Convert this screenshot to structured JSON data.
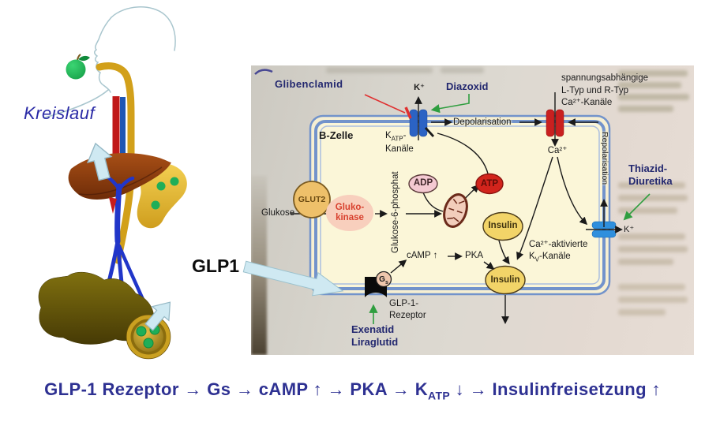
{
  "left_panel": {
    "kreislauf": "Kreislauf",
    "glp1": "GLP1"
  },
  "cell": {
    "b_zelle": "B-Zelle",
    "glukose": "Glukose",
    "glut2": "GLUT2",
    "glukokinase": [
      "Gluko-",
      "kinase"
    ],
    "g6p": "Glukose-6-phosphat",
    "adp": "ADP",
    "atp": "ATP",
    "insulin": "Insulin",
    "camp": "cAMP ↑",
    "pka": "PKA",
    "gs": {
      "base": "G",
      "sub": "s"
    },
    "katp": {
      "base": "K",
      "sub": "ATP",
      "rest": "-",
      "line2": "Kanäle"
    },
    "k_plus": "K⁺",
    "depolarisation": "Depolarisation",
    "repolarisation": "Repolarisation",
    "ca2": "Ca²⁺",
    "vgcc": [
      "spannungsabhängige",
      "L-Typ und R-Typ",
      "Ca²⁺-Kanäle"
    ],
    "kv": {
      "pre": "Ca²⁺-aktivierte",
      "base": "K",
      "sub": "V",
      "rest": "-Kanäle"
    },
    "glp1_rezeptor": [
      "GLP-1-",
      "Rezeptor"
    ]
  },
  "drugs": {
    "glibenclamid": "Glibenclamid",
    "diazoxid": "Diazoxid",
    "thiazid": [
      "Thiazid-",
      "Diuretika"
    ],
    "glp1_agonists": [
      "Exenatid",
      "Liraglutid"
    ]
  },
  "formula": {
    "parts": [
      {
        "t": "GLP-1 Rezeptor → Gs → cAMP ↑ → PKA → K"
      },
      {
        "t": "ATP",
        "sub": true
      },
      {
        "t": " ↓ → Insulinfreisetzung ↑"
      }
    ]
  },
  "colors": {
    "drug_label": "#23286f",
    "formula": "#2e3192",
    "green_arrow": "#2f9e3f",
    "inhibit_red": "#d93025",
    "membrane_blue": "#7293cb",
    "cell_fill": "#fbf6d8",
    "katp_channel_blue": "#2b63c4",
    "ca_channel_red": "#c92020",
    "kv_channel_blue": "#2f8fdd",
    "insulin_yellow": "#f2d468",
    "kreislauf_blue": "#2a2aa6"
  }
}
